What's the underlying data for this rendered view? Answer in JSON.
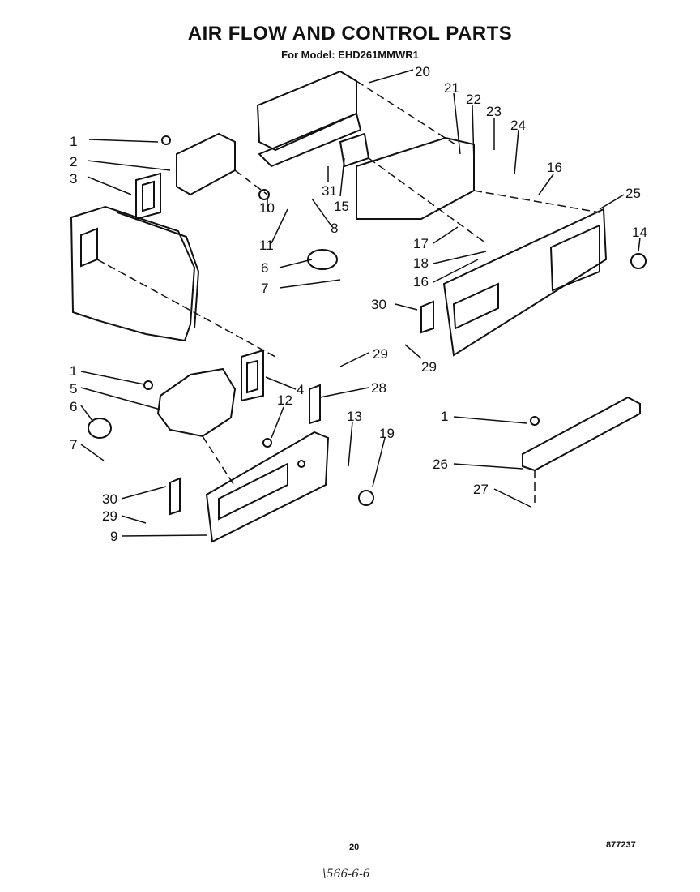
{
  "title": "AIR FLOW AND CONTROL PARTS",
  "subtitle": "For Model: EHD261MMWR1",
  "page_number": "20",
  "document_number": "877237",
  "handwritten_note": "\\566-6-6",
  "callouts": [
    "1",
    "2",
    "3",
    "20",
    "21",
    "22",
    "23",
    "24",
    "16",
    "25",
    "31",
    "15",
    "10",
    "8",
    "11",
    "6",
    "7",
    "17",
    "14",
    "18",
    "16",
    "30",
    "29",
    "29",
    "1",
    "4",
    "28",
    "5",
    "12",
    "6",
    "13",
    "19",
    "7",
    "30",
    "29",
    "9",
    "1",
    "26",
    "27"
  ]
}
